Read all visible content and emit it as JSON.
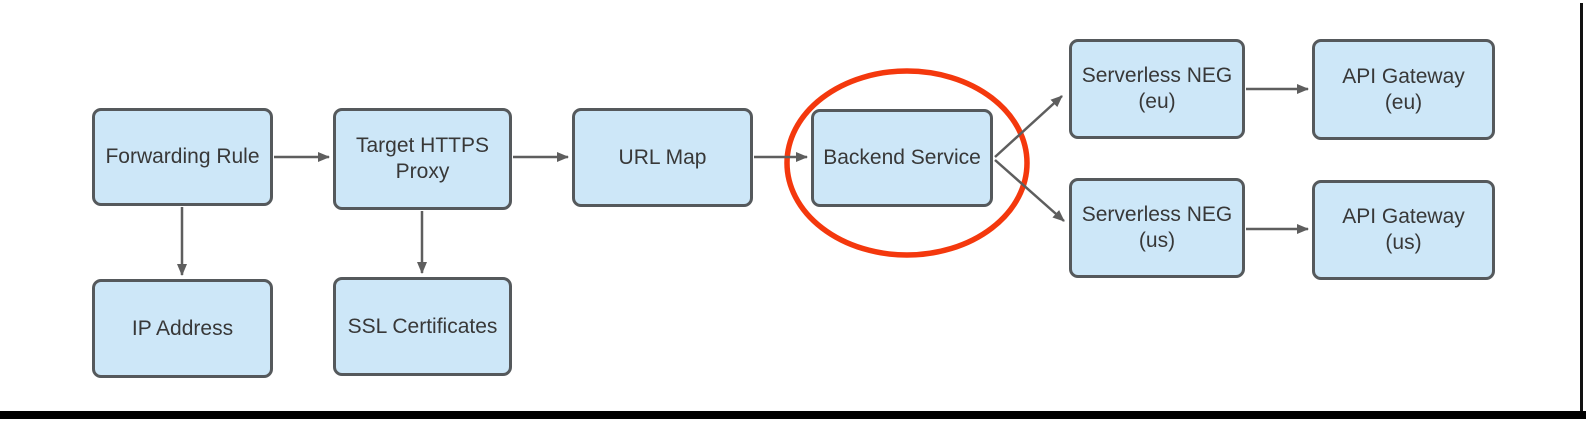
{
  "diagram_type": "flowchart",
  "colors": {
    "background": "#ffffff",
    "node_fill": "#cde7f8",
    "node_border": "#55595c",
    "node_text": "#383838",
    "arrow": "#5e5e5e",
    "highlight_ellipse": "#f4380d",
    "page_frame": "#000000"
  },
  "nodes": {
    "forwarding_rule": "Forwarding Rule",
    "target_https_proxy": "Target HTTPS\nProxy",
    "url_map": "URL Map",
    "backend_service": "Backend Service",
    "ip_address": "IP Address",
    "ssl_certificates": "SSL Certificates",
    "serverless_neg_eu": "Serverless NEG\n(eu)",
    "api_gateway_eu": "API Gateway\n(eu)",
    "serverless_neg_us": "Serverless NEG\n(us)",
    "api_gateway_us": "API Gateway\n(us)"
  },
  "edges": [
    {
      "from": "Forwarding Rule",
      "to": "Target HTTPS Proxy",
      "direction": "right"
    },
    {
      "from": "Target HTTPS Proxy",
      "to": "URL Map",
      "direction": "right"
    },
    {
      "from": "URL Map",
      "to": "Backend Service",
      "direction": "right"
    },
    {
      "from": "Forwarding Rule",
      "to": "IP Address",
      "direction": "down"
    },
    {
      "from": "Target HTTPS Proxy",
      "to": "SSL Certificates",
      "direction": "down"
    },
    {
      "from": "Backend Service",
      "to": "Serverless NEG (eu)",
      "direction": "up-right"
    },
    {
      "from": "Backend Service",
      "to": "Serverless NEG (us)",
      "direction": "down-right"
    },
    {
      "from": "Serverless NEG (eu)",
      "to": "API Gateway (eu)",
      "direction": "right"
    },
    {
      "from": "Serverless NEG (us)",
      "to": "API Gateway (us)",
      "direction": "right"
    }
  ],
  "annotation": {
    "type": "ellipse-highlight",
    "around": "Backend Service",
    "color": "#f4380d"
  }
}
